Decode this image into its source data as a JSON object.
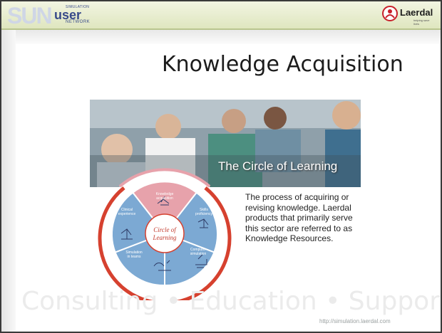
{
  "header": {
    "logo_main": "SUN",
    "logo_user": "user",
    "logo_top_small": "SIMULATION",
    "logo_bottom_small": "NETWORK",
    "brand_name": "Laerdal",
    "brand_tagline": "helping save lives"
  },
  "slide": {
    "title": "Knowledge Acquisition",
    "banner": "The Circle of Learning",
    "description": "The process of acquiring or revising knowledge. Laerdal products that primarily serve this sector are referred to as Knowledge Resources."
  },
  "wheel": {
    "center_label_line1": "Circle of",
    "center_label_line2": "Learning",
    "segments": [
      {
        "line1": "Knowledge",
        "line2": "acquisition"
      },
      {
        "line1": "Skills",
        "line2": "proficiency"
      },
      {
        "line1": "Computer",
        "line2": "simulation"
      },
      {
        "line1": "Simulation",
        "line2": "in teams"
      },
      {
        "line1": "Clinical",
        "line2": "experience"
      }
    ]
  },
  "footer": {
    "watermark": "Consulting  •  Education  •  Support",
    "url": "http://simulation.laerdal.com"
  },
  "colors": {
    "segment_blue": "#7ca9d3",
    "segment_pink": "#e7a2ab",
    "ring_red": "#d6412f",
    "header_green": "#dfe6bf"
  }
}
